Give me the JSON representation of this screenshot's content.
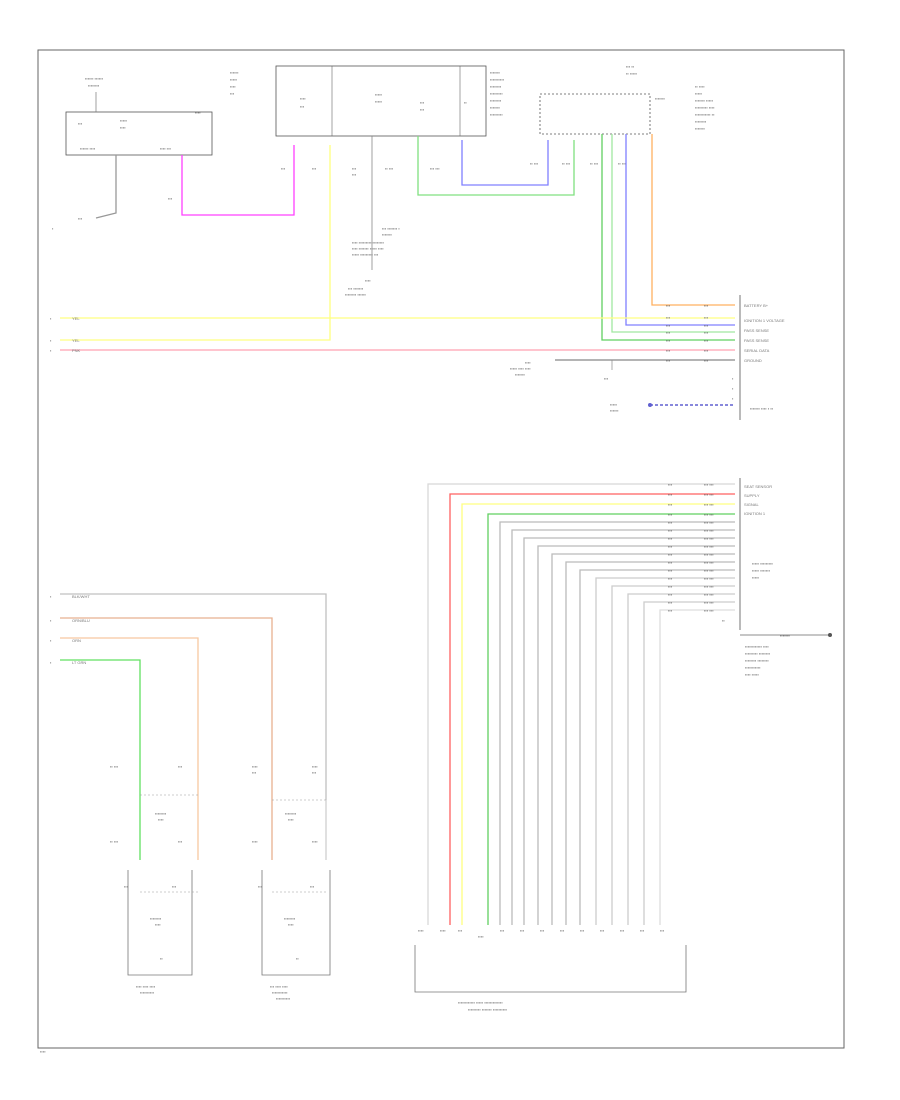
{
  "colors": {
    "yellow": "#ffff80",
    "pink": "#ff9aa8",
    "magenta": "#ff40ff",
    "green": "#60e060",
    "lightgreen": "#a0f0a0",
    "blue": "#8080ff",
    "orange": "#ffb060",
    "peach": "#f0c090",
    "tan": "#d8a080",
    "red": "#ff6060",
    "gray": "#aaaaaa",
    "lightgray": "#d0d0d0",
    "frame": "#555555"
  },
  "labels": {
    "footer_code": "",
    "top_left_module": "",
    "center_module": "",
    "right_top_connector": "",
    "right_module": "",
    "bottom_left_switch_1": "",
    "bottom_left_switch_2": "",
    "bottom_center_module": ""
  },
  "wire_labels": {
    "top_row_left": [
      "YEL",
      "YEL",
      "PNK"
    ],
    "right_bank_top": [
      "BATTERY B+",
      "IGNITION 1 VOLTAGE",
      "PASS SENSE",
      "PASS SENSE",
      "SERIAL DATA",
      "GROUND"
    ],
    "right_bank_lower": [
      "SEAT SENSOR",
      "SUPPLY",
      "SIGNAL",
      "IGNITION 1"
    ],
    "bottom_left_colors": [
      "BLK/WHT",
      "ORN/BLU",
      "ORN",
      "LT GRN"
    ]
  }
}
